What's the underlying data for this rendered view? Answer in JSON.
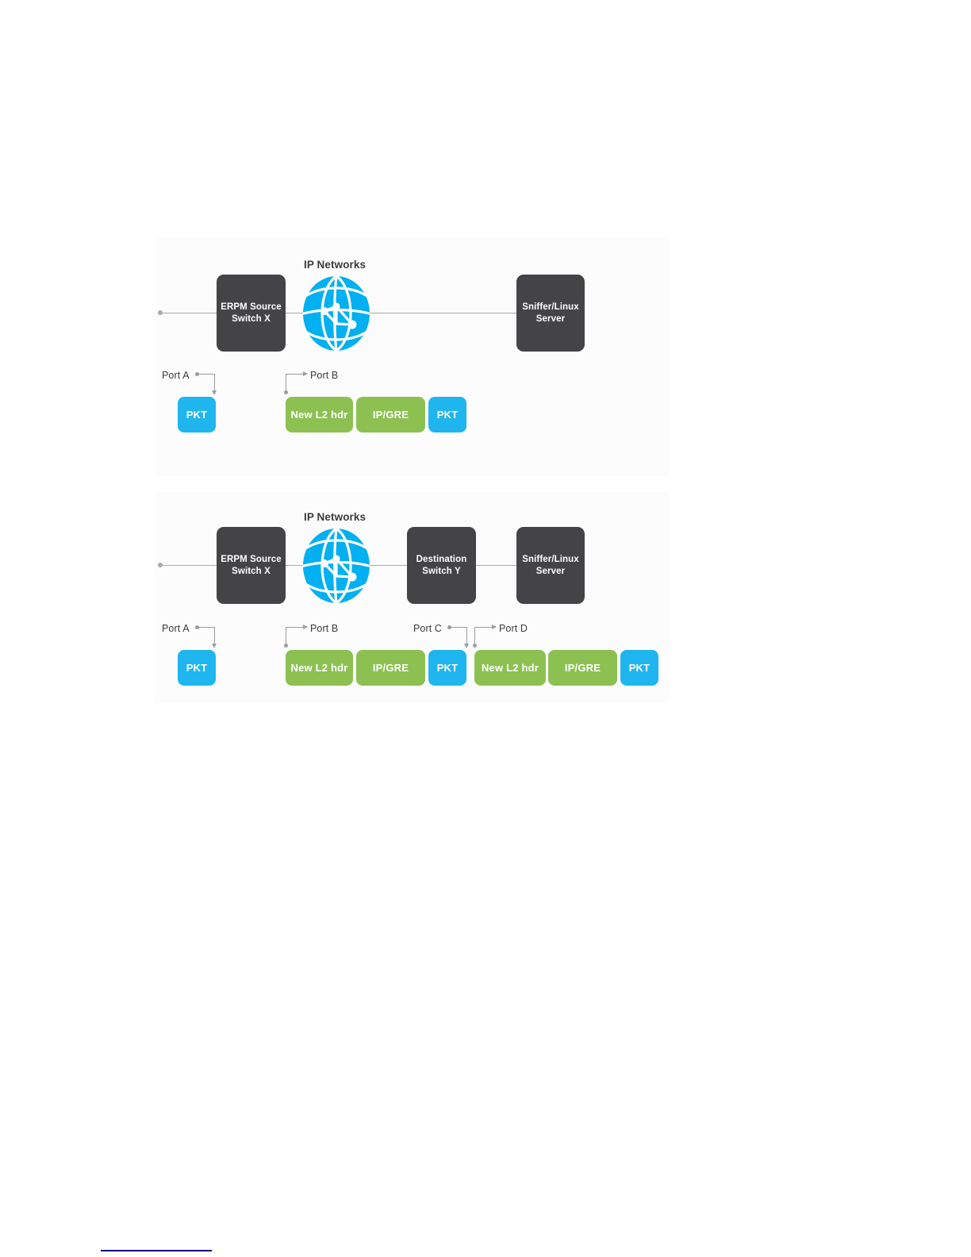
{
  "document": {
    "background_color": "#ffffff",
    "footnote_rule_color": "#00007f"
  },
  "palette": {
    "node_dark": "#444446",
    "globe_blue": "#00b0f0",
    "packet_cyan": "#1fb6ef",
    "packet_green": "#8cc152",
    "line_gray": "#a9a9ad",
    "leader_gray": "#9b9ba0",
    "text_dark": "#3b3b3d"
  },
  "figures": [
    {
      "id": "erpm-direct",
      "cloud_title": "IP Networks",
      "globe_icon": "globe-network-icon",
      "nodes": [
        {
          "id": "source-switch",
          "label": "ERPM Source\nSwitch X",
          "line1": "ERPM Source",
          "line2": "Switch X"
        },
        {
          "id": "sniffer-server",
          "label": "Sniffer/Linux\nServer",
          "line1": "Sniffer/Linux",
          "line2": "Server"
        }
      ],
      "port_callouts": [
        {
          "id": "port-a",
          "label": "Port A"
        },
        {
          "id": "port-b",
          "label": "Port B"
        }
      ],
      "packet_groups": [
        {
          "id": "port-a-packet",
          "segments": [
            {
              "label": "PKT",
              "color": "cyan"
            }
          ]
        },
        {
          "id": "port-b-packet",
          "segments": [
            {
              "label": "New L2 hdr",
              "color": "green"
            },
            {
              "label": "IP/GRE",
              "color": "green"
            },
            {
              "label": "PKT",
              "color": "cyan"
            }
          ]
        }
      ]
    },
    {
      "id": "erpm-via-destination-switch",
      "cloud_title": "IP Networks",
      "globe_icon": "globe-network-icon",
      "nodes": [
        {
          "id": "source-switch",
          "label": "ERPM Source\nSwitch X",
          "line1": "ERPM Source",
          "line2": "Switch X"
        },
        {
          "id": "destination-switch",
          "label": "Destination\nSwitch Y",
          "line1": "Destination",
          "line2": "Switch Y"
        },
        {
          "id": "sniffer-server",
          "label": "Sniffer/Linux\nServer",
          "line1": "Sniffer/Linux",
          "line2": "Server"
        }
      ],
      "port_callouts": [
        {
          "id": "port-a",
          "label": "Port A"
        },
        {
          "id": "port-b",
          "label": "Port B"
        },
        {
          "id": "port-c",
          "label": "Port C"
        },
        {
          "id": "port-d",
          "label": "Port D"
        }
      ],
      "packet_groups": [
        {
          "id": "port-a-packet",
          "segments": [
            {
              "label": "PKT",
              "color": "cyan"
            }
          ]
        },
        {
          "id": "port-b-packet",
          "segments": [
            {
              "label": "New L2 hdr",
              "color": "green"
            },
            {
              "label": "IP/GRE",
              "color": "green"
            },
            {
              "label": "PKT",
              "color": "cyan"
            }
          ]
        },
        {
          "id": "port-d-packet",
          "segments": [
            {
              "label": "New L2 hdr",
              "color": "green"
            },
            {
              "label": "IP/GRE",
              "color": "green"
            },
            {
              "label": "PKT",
              "color": "cyan"
            }
          ]
        }
      ]
    }
  ]
}
